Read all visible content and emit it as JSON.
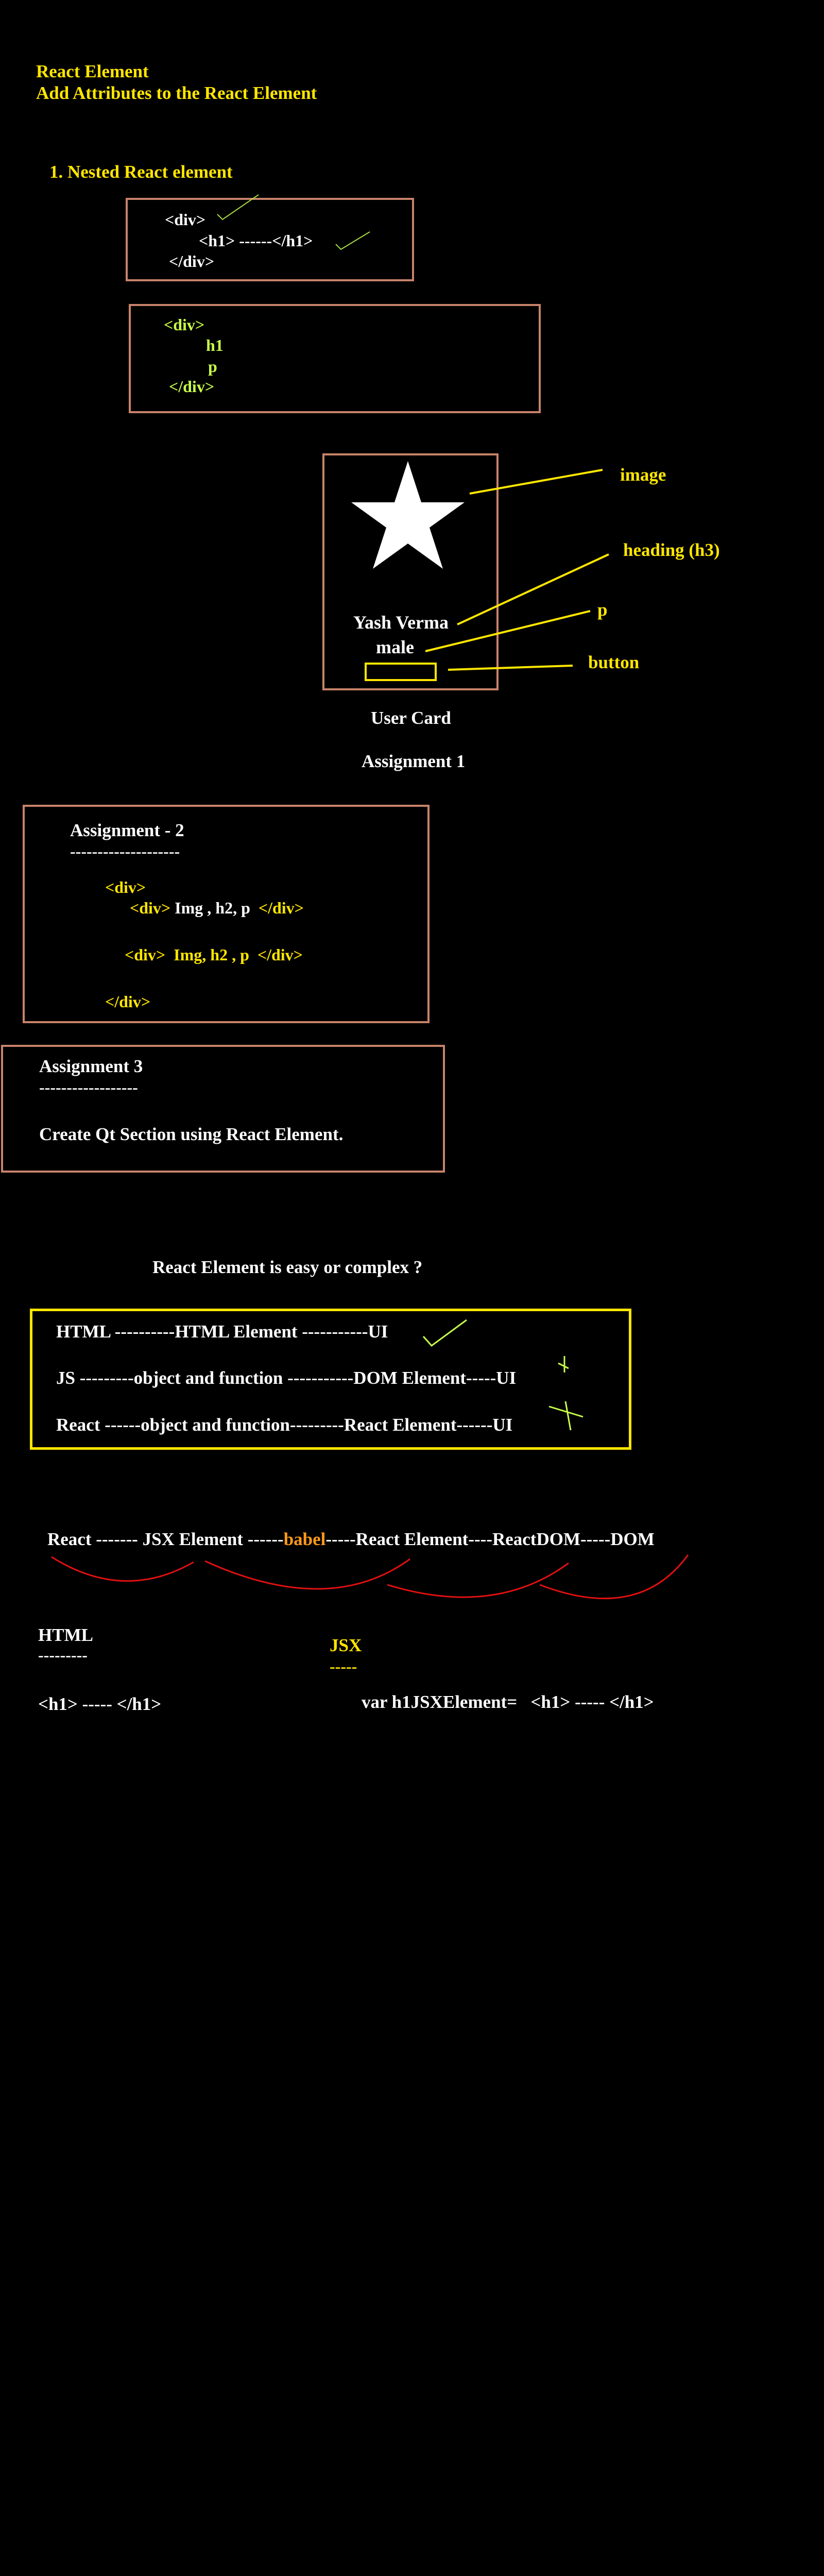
{
  "header": {
    "title": "React Element",
    "subtitle": "Add Attributes to the React Element"
  },
  "nested": {
    "heading": "1. Nested React element",
    "box1": {
      "l1": "<div>",
      "l2": "<h1> ------</h1>",
      "l3": "</div>"
    },
    "box2": {
      "l1": "<div>",
      "l2": "h1",
      "l3": "p",
      "l4": "</div>"
    }
  },
  "card": {
    "name": "Yash Verma",
    "gender": "male",
    "caption": "User Card",
    "labels": {
      "image": "image",
      "heading": "heading (h3)",
      "p": "p",
      "button": "button"
    }
  },
  "assignment1": "Assignment 1",
  "assignment2": {
    "title": "Assignment - 2",
    "rule": "--------------------",
    "l1": "<div>",
    "l2_tag_open": "<div>",
    "l2_text": " Img , h2, p ",
    "l2_tag_close": "</div>",
    "l3_tag_open": "<div>",
    "l3_text": "  Img, h2 , p ",
    "l3_tag_close": "</div>",
    "l4": "</div>"
  },
  "assignment3": {
    "title": "Assignment 3",
    "rule": "------------------",
    "desc": "Create Qt Section using React Element."
  },
  "question": "React Element is easy or complex ?",
  "comparison": {
    "row1": "HTML ----------HTML Element -----------UI",
    "row2": "JS ---------object and function -----------DOM Element-----UI",
    "row3": "React ------object and function---------React Element------UI"
  },
  "flow": {
    "part1": "React ------- JSX Element ------",
    "babel": "babel",
    "part2": "-----React Element----ReactDOM-----DOM"
  },
  "html_section": {
    "title": "HTML",
    "rule": "---------",
    "code": "<h1> ----- </h1>"
  },
  "jsx_section": {
    "title": "JSX",
    "rule": "-----",
    "code": "var h1JSXElement=   <h1> ----- </h1>"
  }
}
